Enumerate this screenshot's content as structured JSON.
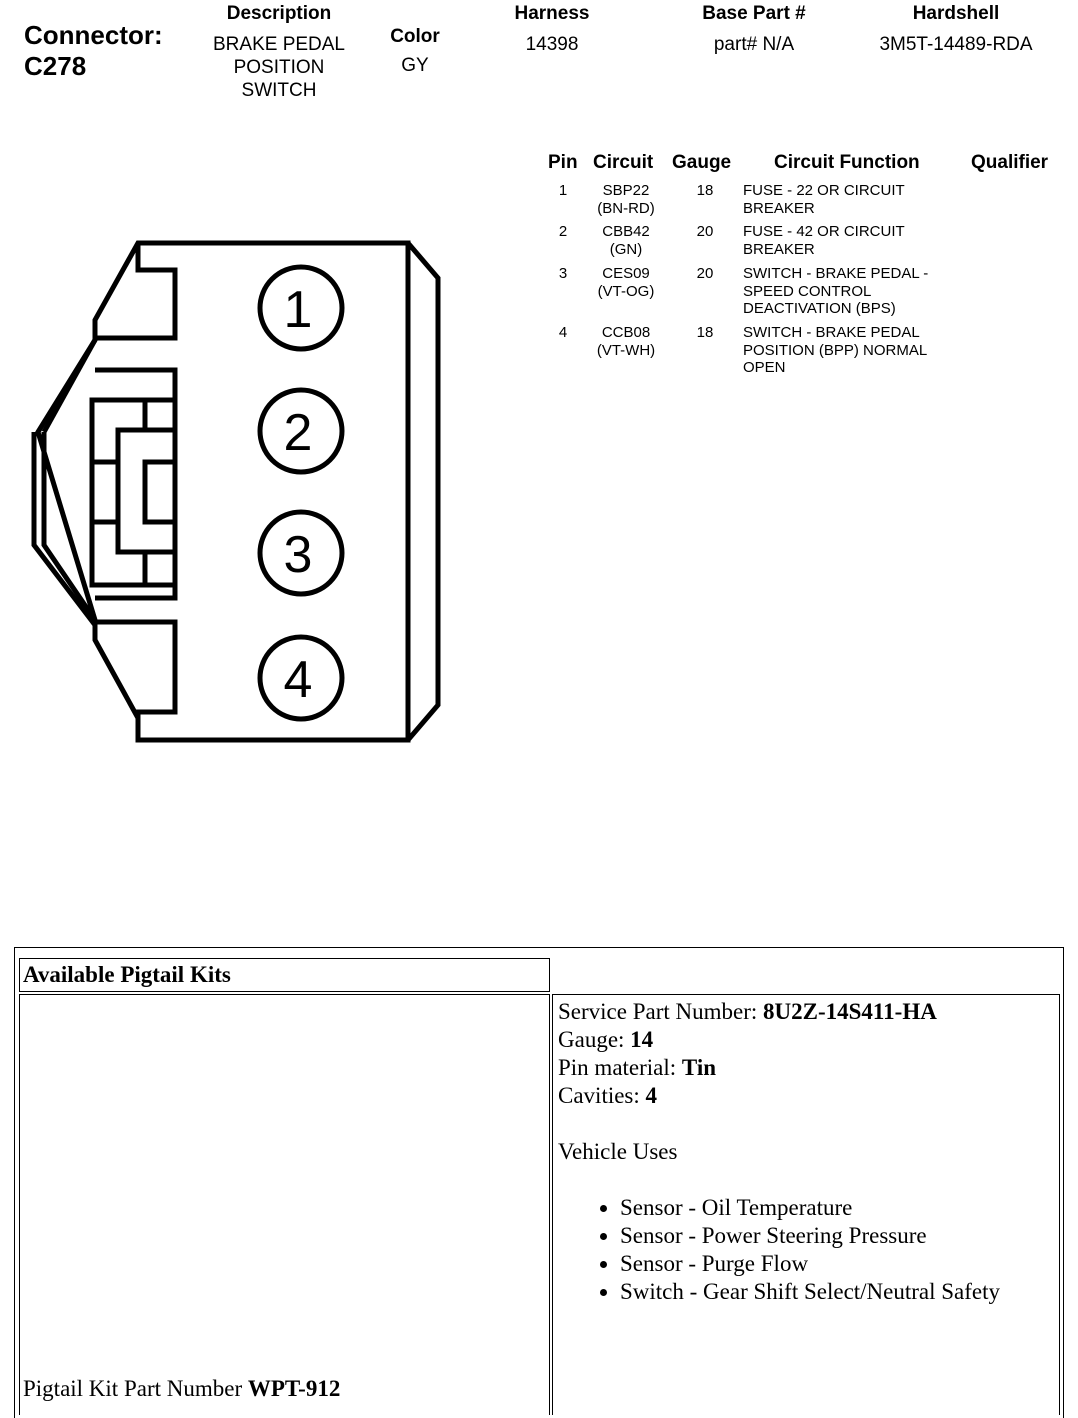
{
  "connector": {
    "label": "Connector:",
    "id": "C278"
  },
  "headers": {
    "description_label": "Description",
    "description_lines": [
      "BRAKE PEDAL",
      "POSITION",
      "SWITCH"
    ],
    "color_label": "Color",
    "color_value": "GY",
    "harness_label": "Harness",
    "harness_value": "14398",
    "base_part_label": "Base Part #",
    "base_part_value": "part# N/A",
    "hardshell_label": "Hardshell",
    "hardshell_value": "3M5T-14489-RDA"
  },
  "pin_table": {
    "columns": [
      "Pin",
      "Circuit",
      "Gauge",
      "Circuit Function",
      "Qualifier"
    ],
    "rows": [
      {
        "pin": "1",
        "circuit": "SBP22",
        "circuit_color": "(BN-RD)",
        "gauge": "18",
        "function": "FUSE - 22 OR CIRCUIT BREAKER"
      },
      {
        "pin": "2",
        "circuit": "CBB42",
        "circuit_color": "(GN)",
        "gauge": "20",
        "function": "FUSE - 42 OR CIRCUIT BREAKER"
      },
      {
        "pin": "3",
        "circuit": "CES09",
        "circuit_color": "(VT-OG)",
        "gauge": "20",
        "function": "SWITCH - BRAKE PEDAL - SPEED CONTROL DEACTIVATION (BPS)"
      },
      {
        "pin": "4",
        "circuit": "CCB08",
        "circuit_color": "(VT-WH)",
        "gauge": "18",
        "function": "SWITCH - BRAKE PEDAL POSITION (BPP) NORMAL OPEN"
      }
    ]
  },
  "diagram": {
    "pin_labels": [
      "1",
      "2",
      "3",
      "4"
    ]
  },
  "pigtail": {
    "title": "Available Pigtail Kits",
    "kit_part_label": "Pigtail Kit Part Number ",
    "kit_part_value": "WPT-912",
    "service_part_label": "Service Part Number: ",
    "service_part_value": "8U2Z-14S411-HA",
    "gauge_label": "Gauge: ",
    "gauge_value": "14",
    "pin_material_label": "Pin material: ",
    "pin_material_value": "Tin",
    "cavities_label": "Cavities: ",
    "cavities_value": "4",
    "vehicle_uses_label": "Vehicle Uses",
    "vehicle_uses": [
      "Sensor - Oil Temperature",
      "Sensor - Power Steering Pressure",
      "Sensor - Purge Flow",
      "Switch - Gear Shift Select/Neutral Safety"
    ]
  }
}
